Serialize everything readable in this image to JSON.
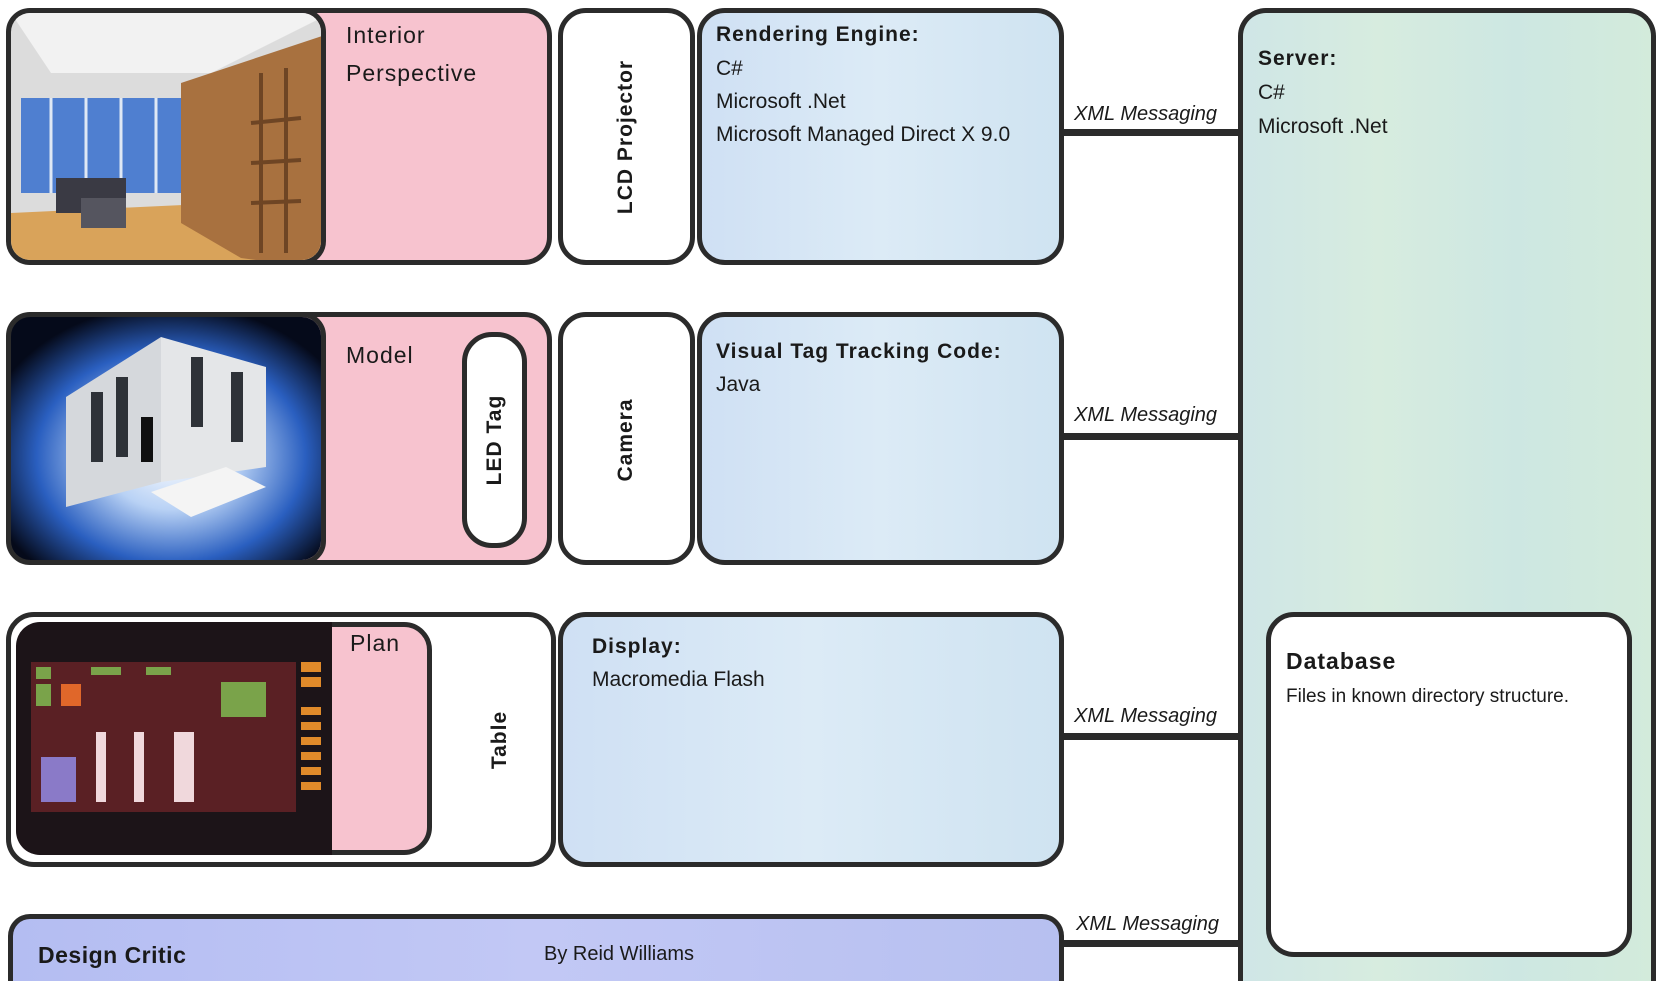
{
  "rows": {
    "interior": {
      "title_line1": "Interior",
      "title_line2": "Perspective",
      "device": "LCD Projector",
      "software_heading": "Rendering Engine:",
      "software_lines": [
        "C#",
        "Microsoft .Net",
        "Microsoft Managed Direct X 9.0"
      ]
    },
    "model": {
      "title": "Model",
      "tag": "LED Tag",
      "device": "Camera",
      "software_heading": "Visual Tag Tracking Code:",
      "software_lines": [
        "Java"
      ]
    },
    "plan": {
      "title": "Plan",
      "device": "Table",
      "software_heading": "Display:",
      "software_lines": [
        "Macromedia Flash"
      ]
    }
  },
  "connector_label": "XML Messaging",
  "server": {
    "heading": "Server:",
    "lines": [
      "C#",
      "Microsoft .Net"
    ]
  },
  "database": {
    "heading": "Database",
    "description": "Files in known directory structure."
  },
  "footer": {
    "title": "Design Critic",
    "byline": "By Reid Williams"
  },
  "colors": {
    "pink": "#f7c3cf",
    "blue": "#d6e6f5",
    "green": "#d3ebdf",
    "purple": "#b9c1f2",
    "border": "#2b2b2b"
  },
  "icons": [
    "interior-render-image",
    "model-render-image",
    "floor-plan-image"
  ]
}
